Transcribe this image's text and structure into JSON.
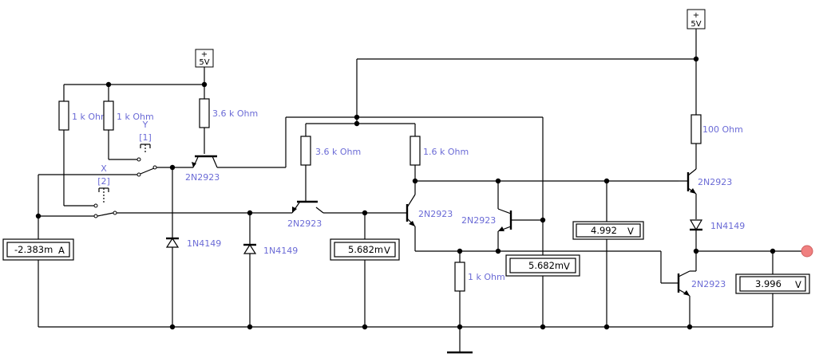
{
  "power": {
    "top_left": "5V",
    "top_right": "5V",
    "plus": "+"
  },
  "resistors": {
    "r1": "1 k Ohm",
    "r2": "1 k Ohm",
    "r3": "3.6 k Ohm",
    "r4": "3.6 k Ohm",
    "r5": "1.6 k Ohm",
    "r6": "1 k Ohm",
    "r7": "100  Ohm"
  },
  "transistors": {
    "q1": "2N2923",
    "q2": "2N2923",
    "q3": "2N2923",
    "q4": "2N2923",
    "q5": "2N2923",
    "q6": "2N2923"
  },
  "diodes": {
    "d1": "1N4149",
    "d2": "1N4149",
    "d3": "1N4149"
  },
  "switches": {
    "y_name": "Y",
    "y_key": "[1]",
    "x_name": "X",
    "x_key": "[2]"
  },
  "meters": {
    "ammeter": {
      "value": "-2.383m",
      "unit": "A"
    },
    "volt1": {
      "value": "5.682m",
      "unit": "V"
    },
    "volt2": {
      "value": "5.682m",
      "unit": "V"
    },
    "volt3": {
      "value": "4.992",
      "unit": "V"
    },
    "volt4": {
      "value": "3.996",
      "unit": "V"
    }
  },
  "colors": {
    "label": "#6b6bd6",
    "probe": "#f08080"
  }
}
